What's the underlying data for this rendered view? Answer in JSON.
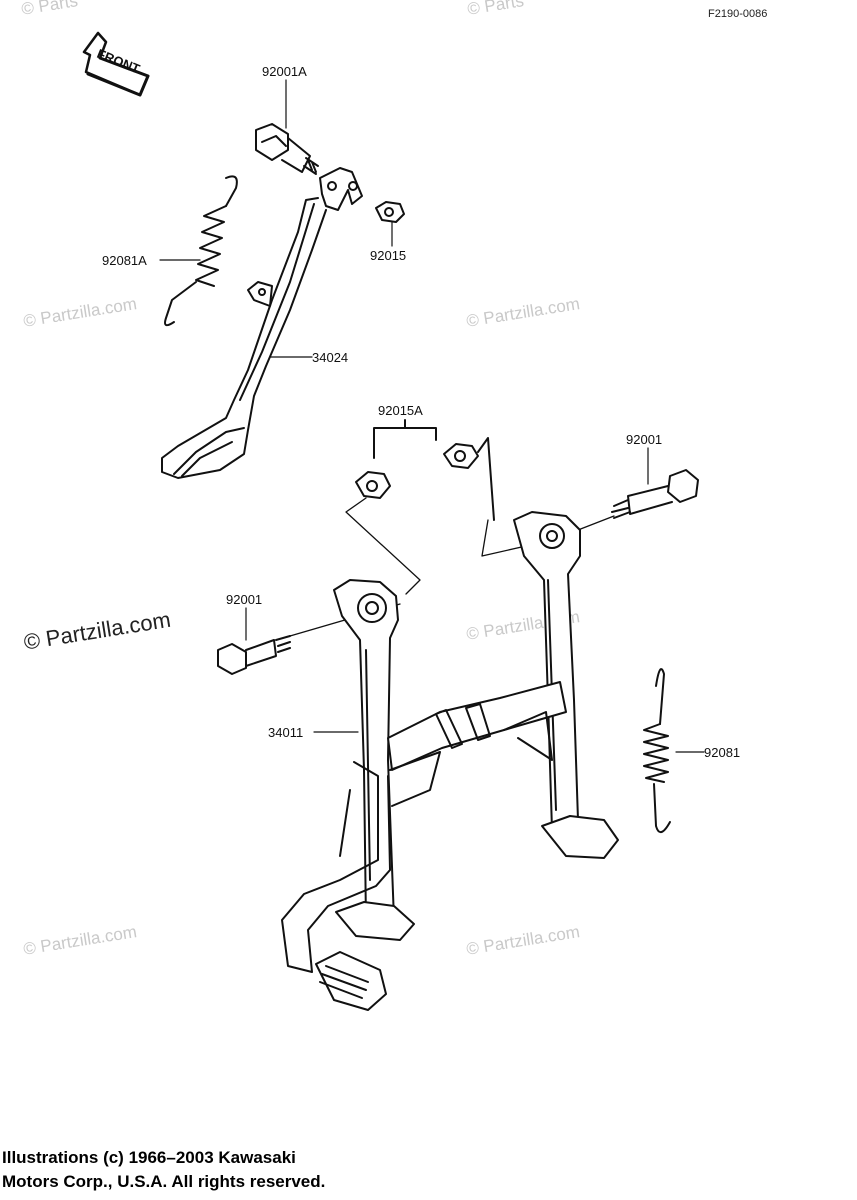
{
  "figure": {
    "ref_code": "F2190-0086",
    "front_label": "FRONT",
    "parts": {
      "bolt_92001A": "92001A",
      "spring_92081A": "92081A",
      "nut_92015": "92015",
      "side_stand_34024": "34024",
      "nut_92015A": "92015A",
      "bolt_92001_right": "92001",
      "bolt_92001_left": "92001",
      "main_stand_34011": "34011",
      "spring_92081": "92081"
    }
  },
  "watermarks": {
    "text": "© Partzilla.com",
    "partial": "© Parts"
  },
  "footer": {
    "line1": "Illustrations (c) 1966–2003 Kawasaki",
    "line2": "Motors Corp., U.S.A.  All rights reserved."
  }
}
